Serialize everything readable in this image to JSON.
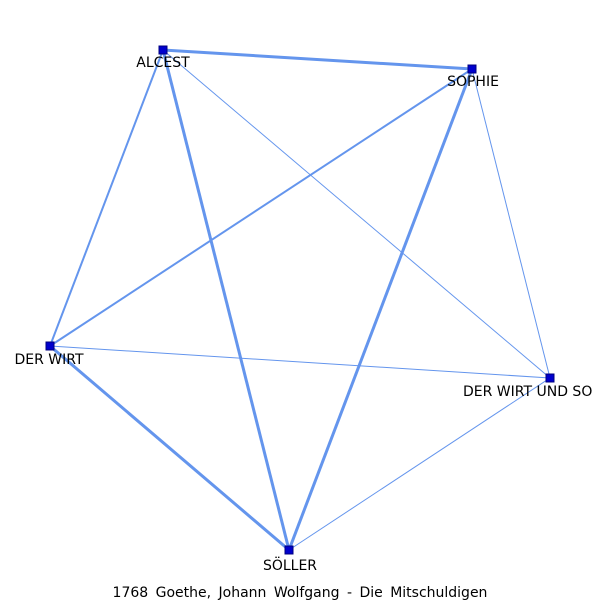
{
  "caption": "1768 Goethe, Johann Wolfgang - Die Mitschuldigen",
  "colors": {
    "edge": "#6495ed",
    "node_fill": "#0000cd",
    "node_stroke": "#000080",
    "background": "#ffffff",
    "text": "#000000"
  },
  "nodes": [
    {
      "id": "alcest",
      "label": "ALCEST"
    },
    {
      "id": "sophie",
      "label": "SOPHIE"
    },
    {
      "id": "der-wirt",
      "label": "DER WIRT"
    },
    {
      "id": "der-wirt-und-so",
      "label": "DER WIRT UND SO"
    },
    {
      "id": "soller",
      "label": "SÖLLER"
    }
  ],
  "edges": [
    {
      "source": "alcest",
      "target": "sophie",
      "weight": "heavy"
    },
    {
      "source": "alcest",
      "target": "soller",
      "weight": "heavy"
    },
    {
      "source": "sophie",
      "target": "soller",
      "weight": "heavy"
    },
    {
      "source": "der-wirt",
      "target": "soller",
      "weight": "heavy"
    },
    {
      "source": "alcest",
      "target": "der-wirt",
      "weight": "medium"
    },
    {
      "source": "sophie",
      "target": "der-wirt",
      "weight": "medium"
    },
    {
      "source": "alcest",
      "target": "der-wirt-und-so",
      "weight": "light"
    },
    {
      "source": "sophie",
      "target": "der-wirt-und-so",
      "weight": "light"
    },
    {
      "source": "der-wirt",
      "target": "der-wirt-und-so",
      "weight": "light"
    },
    {
      "source": "der-wirt-und-so",
      "target": "soller",
      "weight": "light"
    }
  ]
}
